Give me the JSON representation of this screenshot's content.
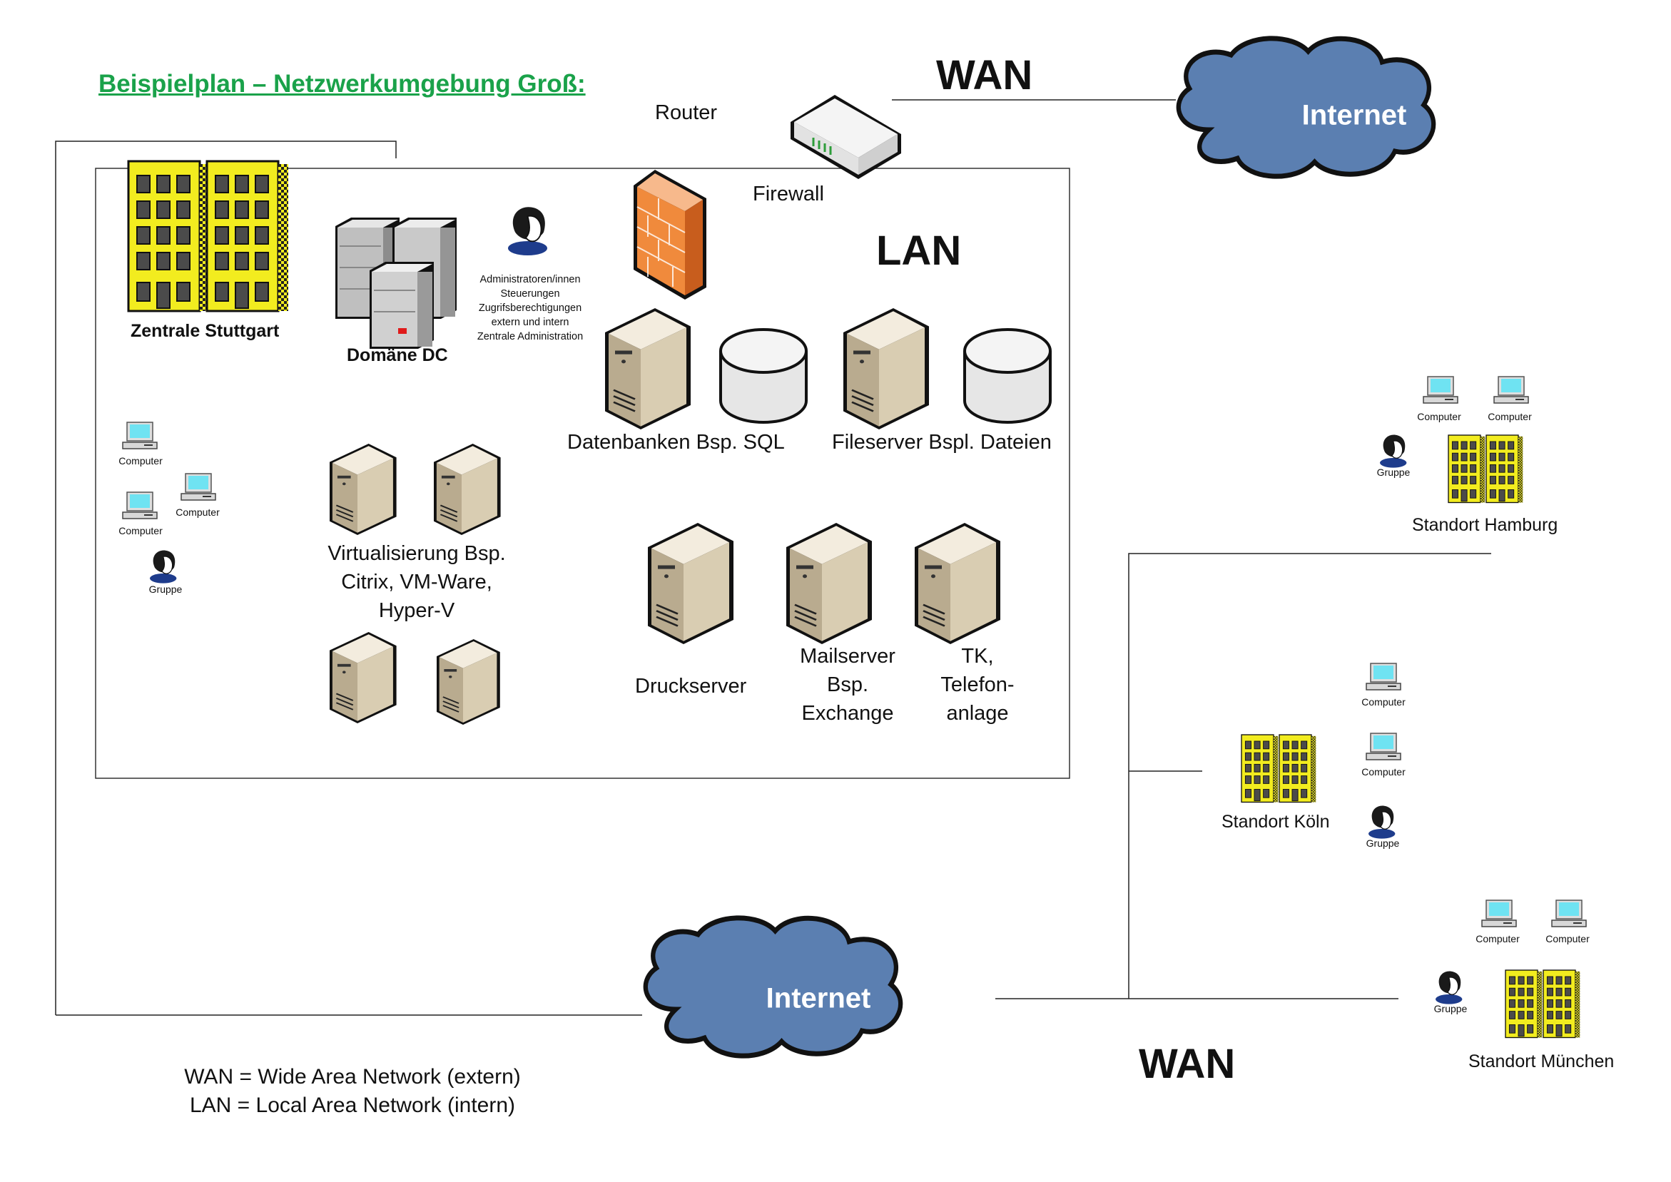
{
  "title": "Beispielplan – Netzwerkumgebung Groß:",
  "wan_top": "WAN",
  "wan_bottom": "WAN",
  "lan": "LAN",
  "router": "Router",
  "firewall": "Firewall",
  "internet_top": "Internet",
  "internet_bottom": "Internet",
  "zentrale": "Zentrale Stuttgart",
  "domaene": "Domäne DC",
  "admin_note": [
    "Administratoren/innen",
    "Steuerungen",
    "Zugrifsberechtigungen",
    "extern und intern",
    "Zentrale Administration"
  ],
  "datenbanken": "Datenbanken Bsp. SQL",
  "fileserver": "Fileserver Bspl. Dateien",
  "virtualisierung": [
    "Virtualisierung Bsp.",
    "Citrix, VM-Ware,",
    "Hyper-V"
  ],
  "druckserver": "Druckserver",
  "mailserver": [
    "Mailserver",
    "Bsp.",
    "Exchange"
  ],
  "tk": [
    "TK,",
    "Telefon-",
    "anlage"
  ],
  "computer": "Computer",
  "gruppe": "Gruppe",
  "hamburg": "Standort Hamburg",
  "koeln": "Standort Köln",
  "muenchen": "Standort München",
  "legend": [
    "WAN = Wide Area Network (extern)",
    "LAN = Local Area Network (intern)"
  ],
  "colors": {
    "cloud": "#5b7fb1",
    "title": "#1aa24a",
    "building": "#f2ec1f",
    "firewall": "#f08a3c",
    "server": "#e7dcc6",
    "screen": "#6fe3f2"
  }
}
